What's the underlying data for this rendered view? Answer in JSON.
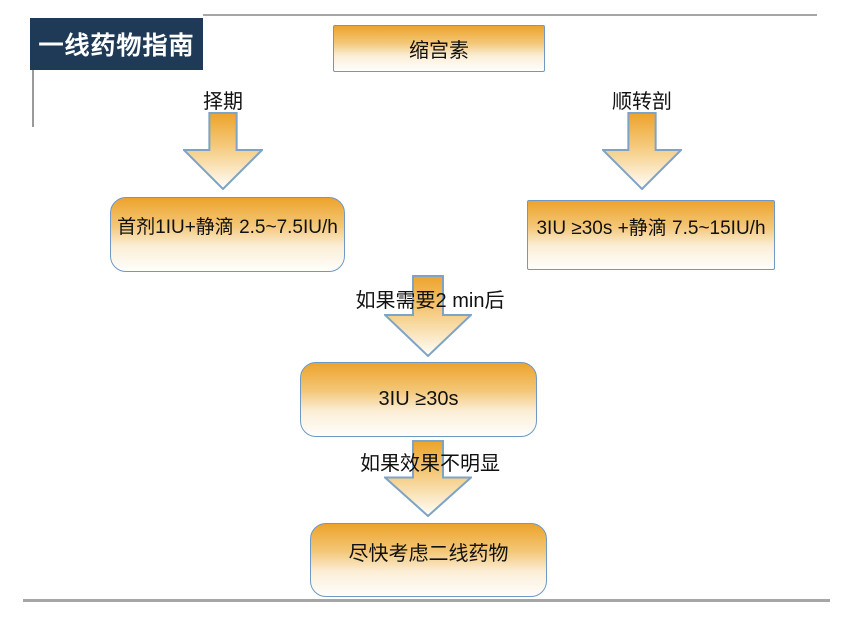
{
  "slide": {
    "title_banner": "一线药物指南",
    "root_box": "缩宫素",
    "branches": {
      "left": {
        "condition": "择期",
        "action": "首剂1IU+静滴 2.5~7.5IU/h"
      },
      "right": {
        "condition": "顺转剖",
        "action": "3IU ≥30s +静滴 7.5~15IU/h"
      }
    },
    "followup": {
      "condition1": "如果需要2 min后",
      "action1": "3IU ≥30s",
      "condition2": "如果效果不明显",
      "action2": "尽快考虑二线药物"
    },
    "colors": {
      "banner_bg": "#1f3a56",
      "banner_text": "#ffffff",
      "box_border": "#6d99c4",
      "gradient_top": "#eda32b",
      "gradient_bottom": "#ffffff",
      "rule_gray": "#a6a6a6",
      "text": "#111111"
    }
  }
}
